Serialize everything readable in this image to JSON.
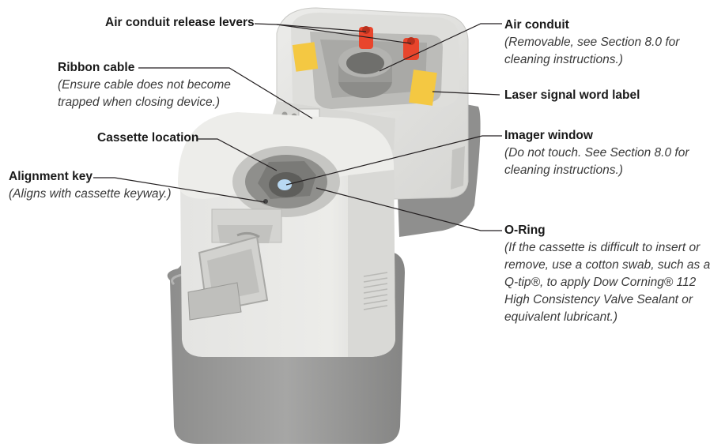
{
  "callouts": {
    "air_conduit_release_levers": {
      "title": "Air conduit release levers"
    },
    "ribbon_cable": {
      "title": "Ribbon cable",
      "desc": [
        "(Ensure cable does not become",
        "trapped when closing device.)"
      ]
    },
    "cassette_location": {
      "title": "Cassette location"
    },
    "alignment_key": {
      "title": "Alignment key",
      "desc": [
        "(Aligns with cassette keyway.)"
      ]
    },
    "air_conduit": {
      "title": "Air conduit",
      "desc": [
        "(Removable, see Section 8.0 for",
        "cleaning instructions.)"
      ]
    },
    "laser_signal_word_label": {
      "title": "Laser signal word label"
    },
    "imager_window": {
      "title": "Imager window",
      "desc": [
        "(Do not touch. See Section 8.0 for",
        "cleaning instructions.)"
      ]
    },
    "o_ring": {
      "title": "O-Ring",
      "desc": [
        "(If the cassette is difficult to insert or",
        "remove, use a cotton swab, such as a",
        "Q-tip®, to apply Dow Corning® 112",
        "High Consistency Valve Sealant or",
        "equivalent lubricant.)"
      ]
    }
  },
  "colors": {
    "body_white": "#e9e9e7",
    "base_gray": "#9b9b9a",
    "lever_orange": "#e8452c",
    "label_yellow": "#f4c842",
    "leader_line": "#231f20"
  }
}
